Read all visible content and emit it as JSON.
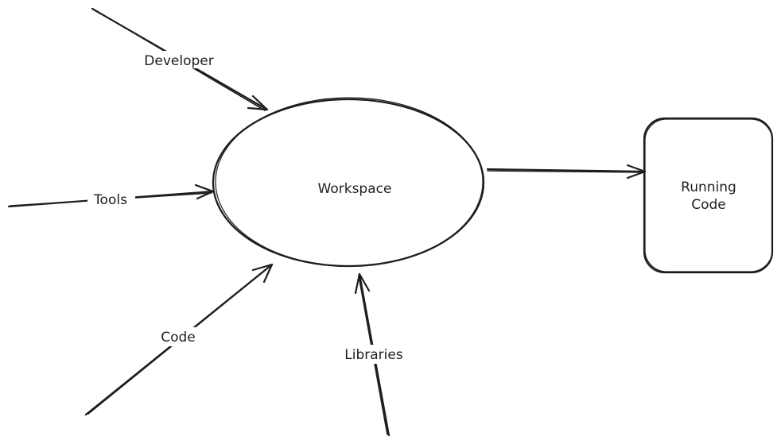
{
  "colors": {
    "stroke": "#1e1e1e",
    "background": "#ffffff"
  },
  "nodes": {
    "workspace": "Workspace",
    "running_code_line1": "Running",
    "running_code_line2": "Code"
  },
  "edges": {
    "developer": "Developer",
    "tools": "Tools",
    "code": "Code",
    "libraries": "Libraries"
  }
}
